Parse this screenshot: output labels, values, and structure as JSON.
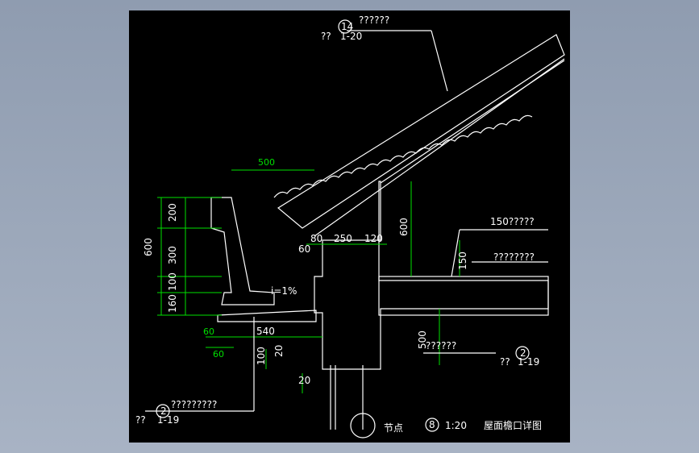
{
  "drawing": {
    "title_cn": "节点",
    "node_number": "8",
    "scale": "1:20",
    "subtitle_cn": "屋面檐口详图",
    "dims_vertical_left": [
      "200",
      "300",
      "100",
      "160",
      "600"
    ],
    "dims_horizontal": [
      "500",
      "60",
      "60",
      "540",
      "60",
      "80",
      "250",
      "120",
      "20",
      "100",
      "20"
    ],
    "dims_right": [
      "600",
      "150",
      "500"
    ],
    "slope_label": "i=1%",
    "ref_top": {
      "num": "14",
      "sheet": "??",
      "page": "1-20",
      "note": "??????"
    },
    "ref_right": {
      "num": "2",
      "sheet": "??",
      "page": "1-19",
      "note": "??????"
    },
    "ref_bottom_left": {
      "num": "2",
      "sheet": "??",
      "page": "1-19",
      "note": "?????????"
    },
    "note_150": "150?????",
    "note_right2": "????????"
  }
}
